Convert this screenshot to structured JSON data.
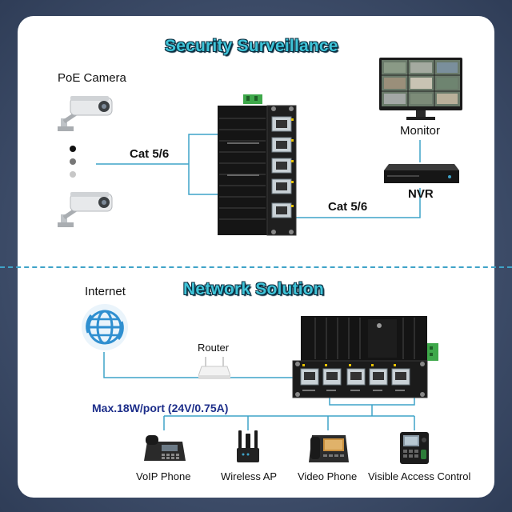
{
  "colors": {
    "title": "#3fc4d8",
    "title_outline": "#0b2e40",
    "line": "#3fa3c8",
    "panel": "#ffffff",
    "frame": "#3a4a66",
    "power_label": "#1d2e8a",
    "switch_body": "#1a1a1a",
    "din_green": "#3ea84a"
  },
  "top": {
    "title": "Security Surveillance",
    "poe_camera_label": "PoE Camera",
    "cat_left_label": "Cat 5/6",
    "cat_right_label": "Cat 5/6",
    "monitor_label": "Monitor",
    "nvr_label": "NVR"
  },
  "bottom": {
    "title": "Network Solution",
    "internet_label": "Internet",
    "router_label": "Router",
    "power_label": "Max.18W/port (24V/0.75A)",
    "devices": [
      {
        "label": "VoIP Phone",
        "icon": "desk-phone-icon"
      },
      {
        "label": "Wireless AP",
        "icon": "wireless-ap-icon"
      },
      {
        "label": "Video Phone",
        "icon": "video-phone-icon"
      },
      {
        "label": "Visible Access Control",
        "icon": "access-control-icon"
      }
    ]
  }
}
